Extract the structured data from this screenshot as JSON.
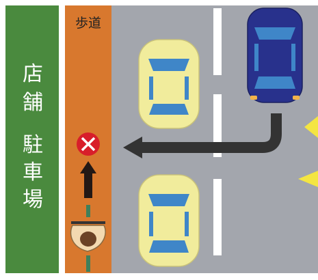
{
  "store_parking": {
    "line1": [
      "店",
      "舗"
    ],
    "line2": [
      "駐",
      "車",
      "場"
    ]
  },
  "sidewalk": {
    "label": "歩道"
  },
  "colors": {
    "store_area": "#4a8a3e",
    "sidewalk": "#d8782e",
    "road": "#a3a6ad",
    "lane_marking": "#ffffff",
    "parked_car": "#f1ec9c",
    "parked_car_glass": "#3f86c8",
    "moving_car": "#28318c",
    "moving_car_glass": "#3f86c8",
    "turn_arrow": "#333333",
    "prohibition": "#d81e2a",
    "bicycle_arrow": "#231815",
    "hazard_shape": "#f4e542"
  },
  "icons": [
    "stop-cross-icon",
    "up-arrow-icon",
    "bicycle-rider-icon",
    "left-turn-arrow-icon"
  ]
}
